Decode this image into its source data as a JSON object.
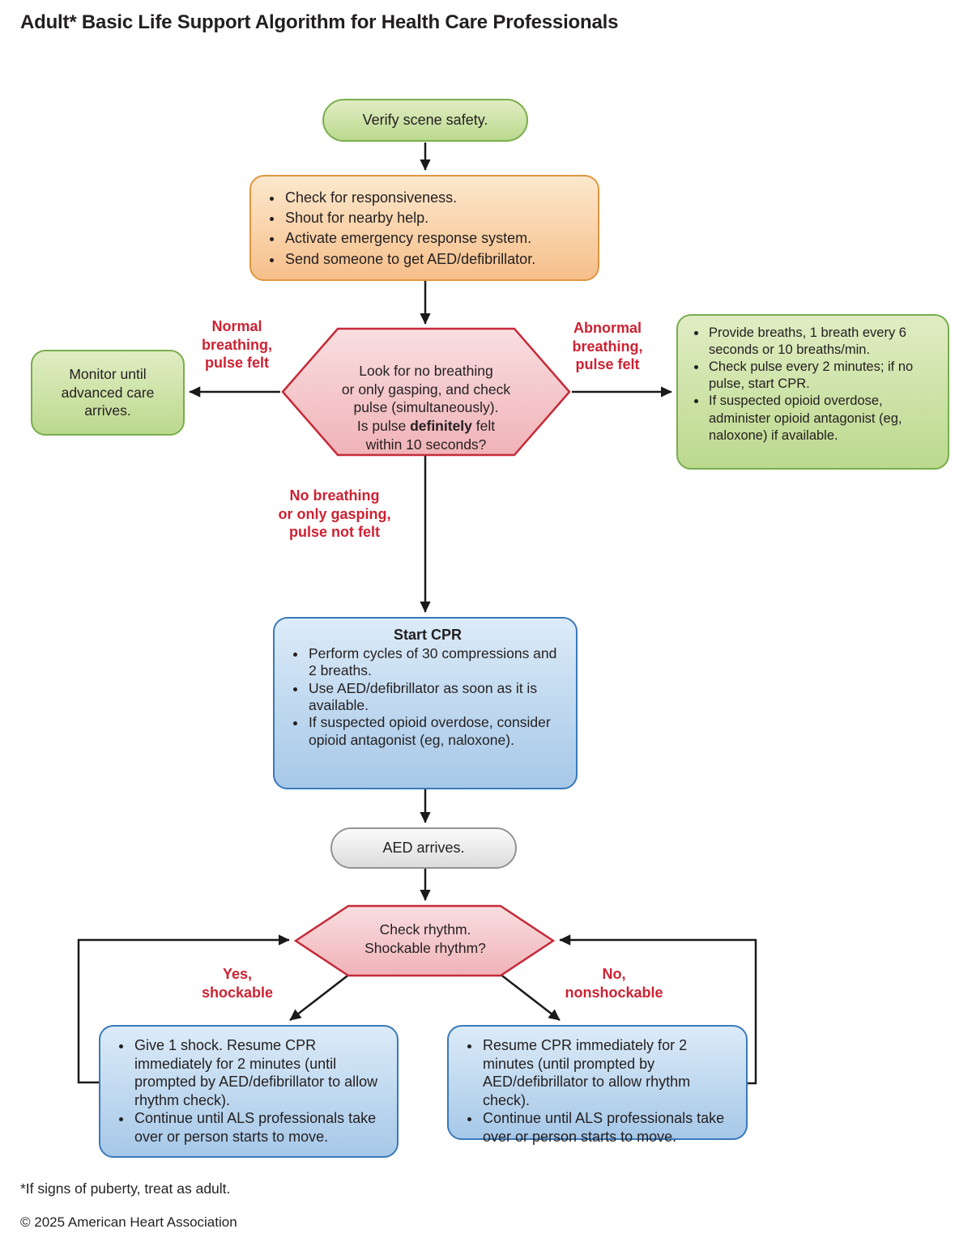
{
  "title": "Adult* Basic Life Support Algorithm for Health Care Professionals",
  "colors": {
    "green-top": "#e0edc3",
    "green-bottom": "#bcd98e",
    "green-border": "#79ad4d",
    "orange-top": "#fce8cd",
    "orange-bottom": "#f6bf8a",
    "orange-border": "#e0953f",
    "blue-top": "#dcebf8",
    "blue-bottom": "#a6c8e8",
    "blue-border": "#3a79ba",
    "pink-top": "#f9dee0",
    "pink-bottom": "#f0b3b8",
    "red-border": "#c52a39",
    "gray-top": "#fbfbfb",
    "gray-bottom": "#dcdcdc",
    "gray-border": "#939393",
    "red-text": "#cd2232",
    "arrow-color": "#1a1a1a",
    "text-color": "#231f20"
  },
  "nodes": {
    "verify": {
      "text": "Verify scene safety."
    },
    "initial_actions": {
      "bullets": [
        "Check for responsiveness.",
        "Shout for nearby help.",
        "Activate emergency response system.",
        "Send someone to get AED/defibrillator."
      ]
    },
    "hexagon_assess": {
      "text_start": "Look for no breathing\nor only gasping, and check\npulse (simultaneously).\nIs pulse ",
      "bold_word": "definitely",
      "text_end": " felt\nwithin 10 seconds?"
    },
    "monitor": {
      "text": "Monitor until\nadvanced care\narrives."
    },
    "rescue_breathing": {
      "bullets": [
        "Provide breaths, 1 breath every 6 seconds or 10 breaths/min.",
        "Check pulse every 2 minutes; if no pulse, start CPR.",
        "If suspected opioid overdose, administer opioid antagonist (eg, naloxone) if available."
      ]
    },
    "start_cpr": {
      "title": "Start CPR",
      "bullets": [
        "Perform cycles of 30 compressions and 2 breaths.",
        "Use AED/defibrillator as soon as it is available.",
        "If suspected opioid overdose, consider opioid antagonist (eg, naloxone)."
      ]
    },
    "aed_arrives": {
      "text": "AED arrives."
    },
    "hexagon_rhythm": {
      "text": "Check rhythm.\nShockable rhythm?"
    },
    "shockable": {
      "bullets": [
        "Give 1 shock. Resume CPR immediately for 2 minutes (until prompted by AED/defibrillator to allow rhythm check).",
        "Continue until ALS professionals take over or person starts to move."
      ]
    },
    "nonshockable": {
      "bullets": [
        "Resume CPR immediately for 2 minutes (until prompted by AED/defibrillator to allow rhythm check).",
        "Continue until ALS professionals take over or person starts to move."
      ]
    }
  },
  "branch_labels": {
    "normal": "Normal\nbreathing,\npulse felt",
    "abnormal": "Abnormal\nbreathing,\npulse felt",
    "no_breathing": "No breathing\nor only gasping,\npulse not felt",
    "yes_shockable": "Yes,\nshockable",
    "no_nonshockable": "No,\nnonshockable"
  },
  "footnotes": {
    "puberty": "*If signs of puberty, treat as adult.",
    "copyright": "© 2025 American Heart Association"
  }
}
